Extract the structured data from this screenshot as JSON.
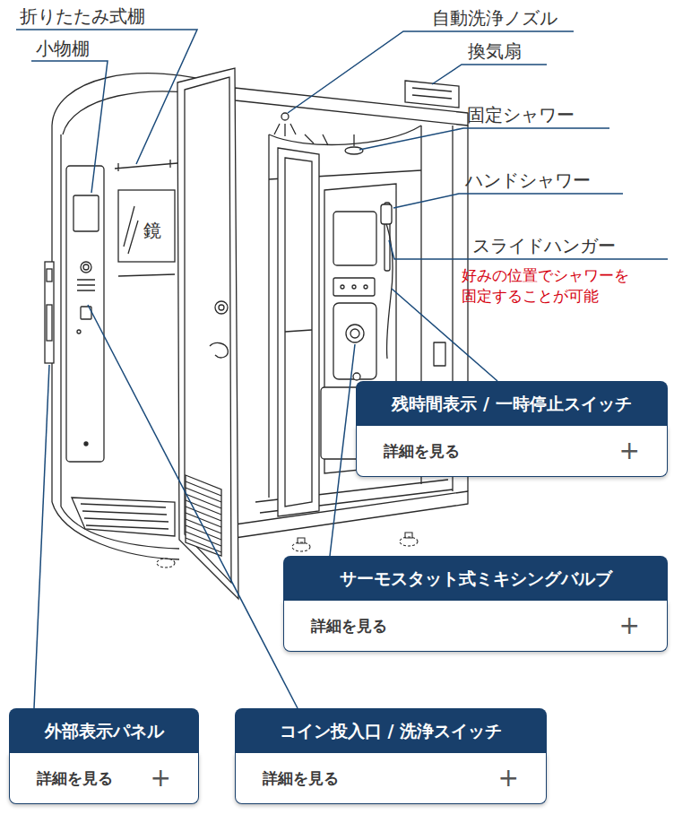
{
  "diagram": {
    "nodes": [
      {
        "text": [
          "残時間表示 / 一時停止スイッチ",
          "詳細を見る",
          "+"
        ]
      },
      {
        "text": [
          "サーモスタット式ミキシングバルブ",
          "詳細を見る",
          "+"
        ]
      },
      {
        "text": [
          "外部表示パネル",
          "詳細を見る",
          "+"
        ]
      },
      {
        "text": [
          "コイン投入口 / 洗浄スイッチ",
          "詳細を見る",
          "+"
        ]
      }
    ],
    "labels": [
      "折りたたみ式棚",
      "小物棚",
      "自動洗浄ノズル",
      "換気扇",
      "固定シャワー",
      "ハンドシャワー",
      "スライドハンガー",
      "好みの位置でシャワーを 固定することが可能",
      "鏡"
    ]
  }
}
